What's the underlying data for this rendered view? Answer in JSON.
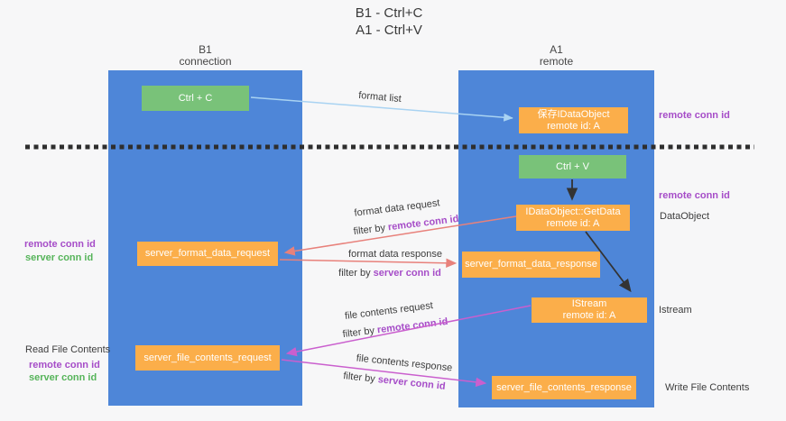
{
  "title": {
    "line1": "B1 - Ctrl+C",
    "line2": "A1 - Ctrl+V"
  },
  "lanes": {
    "left": {
      "name": "B1",
      "role": "connection"
    },
    "right": {
      "name": "A1",
      "role": "remote"
    }
  },
  "nodes": {
    "ctrl_c": {
      "label": "Ctrl + C"
    },
    "save_dataobject": {
      "line1": "保存IDataObject",
      "line2": "remote id: A"
    },
    "ctrl_v": {
      "label": "Ctrl + V"
    },
    "getdata": {
      "line1": "IDataObject::GetData",
      "line2": "remote id: A"
    },
    "format_request": {
      "label": "server_format_data_request"
    },
    "format_response": {
      "label": "server_format_data_response"
    },
    "istream": {
      "line1": "IStream",
      "line2": "remote id: A"
    },
    "file_request": {
      "label": "server_file_contents_request"
    },
    "file_response": {
      "label": "server_file_contents_response"
    }
  },
  "edge_labels": {
    "format_list": "format list",
    "format_data_request": "format data request",
    "format_data_response": "format data response",
    "file_contents_request": "file contents request",
    "file_contents_response": "file contents response",
    "filter_by": "filter by",
    "remote_conn_id": "remote conn id",
    "server_conn_id": "server conn id"
  },
  "side_labels": {
    "remote_conn_id": "remote conn id",
    "server_conn_id": "server conn id",
    "dataobject": "DataObject",
    "istream": "Istream",
    "read_file_contents": "Read File Contents",
    "write_file_contents": "Write File Contents"
  },
  "colors": {
    "lane_blue": "#4e86d8",
    "node_green": "#79c279",
    "node_orange": "#fbae4a",
    "arrow_light_blue": "#a9d3f2",
    "arrow_black": "#333333",
    "arrow_salmon": "#e8817b",
    "arrow_magenta": "#ca5fce",
    "text_purple": "#a64dc8",
    "text_green": "#56b45a"
  }
}
